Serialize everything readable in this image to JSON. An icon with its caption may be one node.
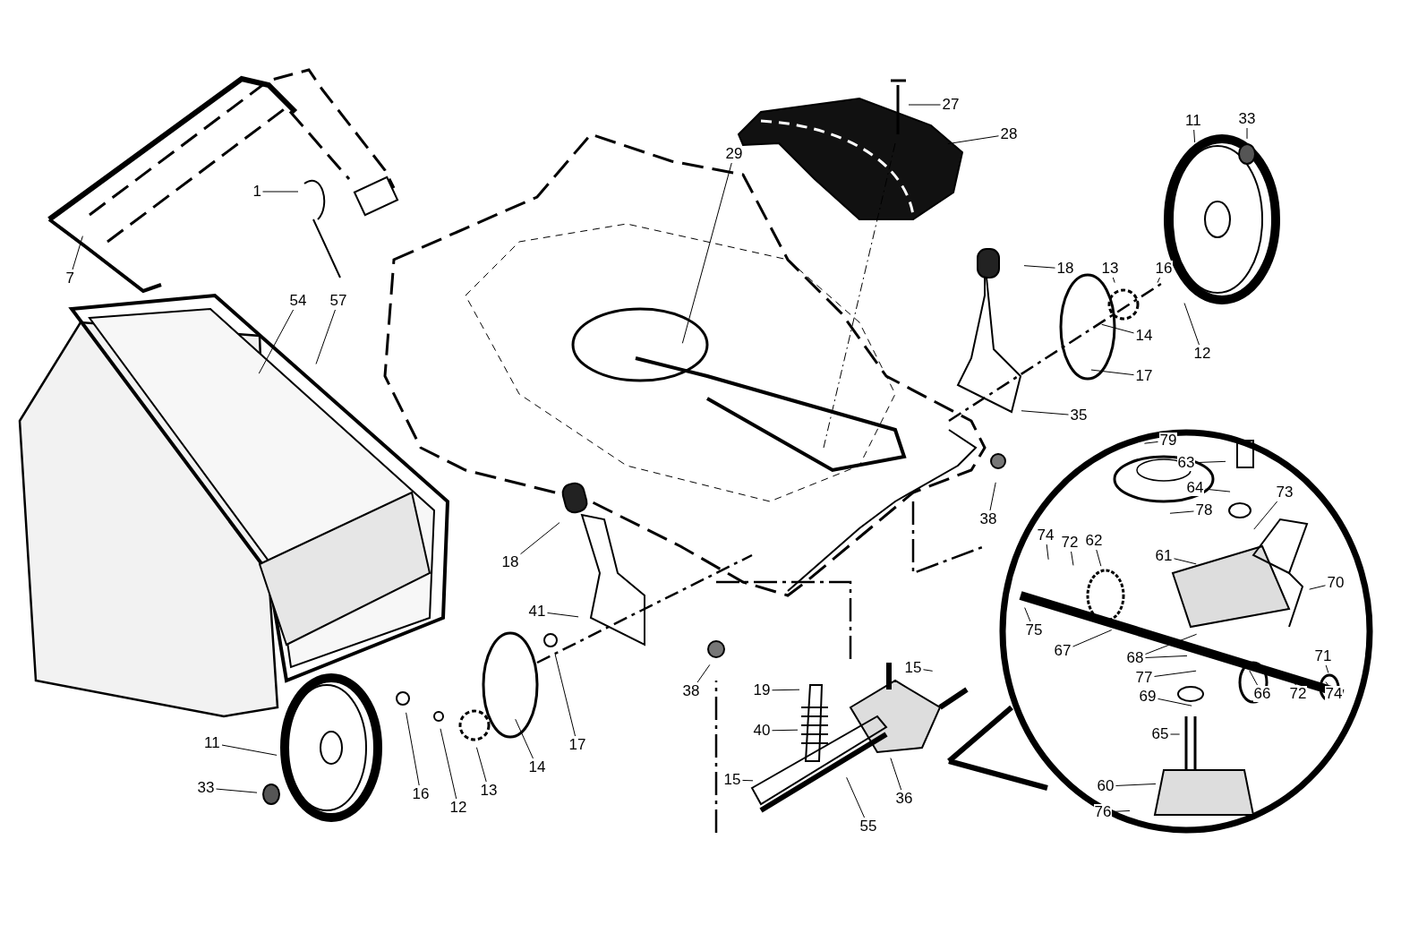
{
  "diagram": {
    "nodes": [
      {
        "text": [
          "27"
        ]
      },
      {
        "text": [
          "28"
        ]
      },
      {
        "text": [
          "11"
        ]
      },
      {
        "text": [
          "33"
        ]
      },
      {
        "text": [
          "1"
        ]
      },
      {
        "text": [
          "29"
        ]
      },
      {
        "text": [
          "18"
        ]
      },
      {
        "text": [
          "13"
        ]
      },
      {
        "text": [
          "16"
        ]
      },
      {
        "text": [
          "7"
        ]
      },
      {
        "text": [
          "54"
        ]
      },
      {
        "text": [
          "57"
        ]
      },
      {
        "text": [
          "14"
        ]
      },
      {
        "text": [
          "12"
        ]
      },
      {
        "text": [
          "17"
        ]
      },
      {
        "text": [
          "35"
        ]
      },
      {
        "text": [
          "79"
        ]
      },
      {
        "text": [
          "63"
        ]
      },
      {
        "text": [
          "64"
        ]
      },
      {
        "text": [
          "78"
        ]
      },
      {
        "text": [
          "73"
        ]
      },
      {
        "text": [
          "38"
        ]
      },
      {
        "text": [
          "74"
        ]
      },
      {
        "text": [
          "72"
        ]
      },
      {
        "text": [
          "62"
        ]
      },
      {
        "text": [
          "18"
        ]
      },
      {
        "text": [
          "61"
        ]
      },
      {
        "text": [
          "70"
        ]
      },
      {
        "text": [
          "41"
        ]
      },
      {
        "text": [
          "75"
        ]
      },
      {
        "text": [
          "68"
        ]
      },
      {
        "text": [
          "67"
        ]
      },
      {
        "text": [
          "77"
        ]
      },
      {
        "text": [
          "71"
        ]
      },
      {
        "text": [
          "15"
        ]
      },
      {
        "text": [
          "38"
        ]
      },
      {
        "text": [
          "19"
        ]
      },
      {
        "text": [
          "69"
        ]
      },
      {
        "text": [
          "66"
        ]
      },
      {
        "text": [
          "72"
        ]
      },
      {
        "text": [
          "74"
        ]
      },
      {
        "text": [
          "40"
        ]
      },
      {
        "text": [
          "65"
        ]
      },
      {
        "text": [
          "17"
        ]
      },
      {
        "text": [
          "11"
        ]
      },
      {
        "text": [
          "14"
        ]
      },
      {
        "text": [
          "15"
        ]
      },
      {
        "text": [
          "60"
        ]
      },
      {
        "text": [
          "33"
        ]
      },
      {
        "text": [
          "13"
        ]
      },
      {
        "text": [
          "16"
        ]
      },
      {
        "text": [
          "36"
        ]
      },
      {
        "text": [
          "12"
        ]
      },
      {
        "text": [
          "76"
        ]
      },
      {
        "text": [
          "55"
        ]
      }
    ],
    "edges": [
      {
        "from": 0,
        "to": null,
        "arrow": "none"
      },
      {
        "from": 1,
        "to": null,
        "arrow": "none"
      },
      {
        "from": 2,
        "to": null,
        "arrow": "none"
      },
      {
        "from": 3,
        "to": null,
        "arrow": "none"
      },
      {
        "from": 4,
        "to": null,
        "arrow": "none"
      },
      {
        "from": 5,
        "to": null,
        "arrow": "none"
      },
      {
        "from": 6,
        "to": null,
        "arrow": "none"
      },
      {
        "from": 7,
        "to": null,
        "arrow": "none"
      },
      {
        "from": 8,
        "to": null,
        "arrow": "none"
      },
      {
        "from": 9,
        "to": null,
        "arrow": "none"
      },
      {
        "from": 10,
        "to": null,
        "arrow": "none"
      },
      {
        "from": 11,
        "to": null,
        "arrow": "none"
      },
      {
        "from": 12,
        "to": null,
        "arrow": "none"
      },
      {
        "from": 13,
        "to": null,
        "arrow": "none"
      },
      {
        "from": 14,
        "to": null,
        "arrow": "none"
      },
      {
        "from": 15,
        "to": null,
        "arrow": "none"
      },
      {
        "from": 16,
        "to": null,
        "arrow": "none"
      },
      {
        "from": 17,
        "to": null,
        "arrow": "none"
      },
      {
        "from": 18,
        "to": null,
        "arrow": "none"
      },
      {
        "from": 19,
        "to": null,
        "arrow": "none"
      },
      {
        "from": 20,
        "to": null,
        "arrow": "none"
      },
      {
        "from": 21,
        "to": null,
        "arrow": "none"
      },
      {
        "from": 22,
        "to": null,
        "arrow": "none"
      },
      {
        "from": 23,
        "to": null,
        "arrow": "none"
      },
      {
        "from": 24,
        "to": null,
        "arrow": "none"
      },
      {
        "from": 25,
        "to": null,
        "arrow": "none"
      },
      {
        "from": 26,
        "to": null,
        "arrow": "none"
      },
      {
        "from": 27,
        "to": null,
        "arrow": "none"
      },
      {
        "from": 28,
        "to": null,
        "arrow": "none"
      },
      {
        "from": 29,
        "to": null,
        "arrow": "none"
      },
      {
        "from": 30,
        "to": null,
        "arrow": "none"
      },
      {
        "from": 30,
        "to": null,
        "arrow": "none"
      },
      {
        "from": 31,
        "to": null,
        "arrow": "none"
      },
      {
        "from": 32,
        "to": null,
        "arrow": "none"
      },
      {
        "from": 33,
        "to": null,
        "arrow": "none"
      },
      {
        "from": 34,
        "to": null,
        "arrow": "none"
      },
      {
        "from": 35,
        "to": null,
        "arrow": "none"
      },
      {
        "from": 36,
        "to": null,
        "arrow": "none"
      },
      {
        "from": 37,
        "to": null,
        "arrow": "none"
      },
      {
        "from": 38,
        "to": null,
        "arrow": "none"
      },
      {
        "from": 39,
        "to": null,
        "arrow": "none"
      },
      {
        "from": 40,
        "to": null,
        "arrow": "none"
      },
      {
        "from": 41,
        "to": null,
        "arrow": "none"
      },
      {
        "from": 42,
        "to": null,
        "arrow": "none"
      },
      {
        "from": 43,
        "to": null,
        "arrow": "none"
      },
      {
        "from": 44,
        "to": null,
        "arrow": "none"
      },
      {
        "from": 45,
        "to": null,
        "arrow": "none"
      },
      {
        "from": 46,
        "to": null,
        "arrow": "none"
      },
      {
        "from": 47,
        "to": null,
        "arrow": "none"
      },
      {
        "from": 48,
        "to": null,
        "arrow": "none"
      },
      {
        "from": 49,
        "to": null,
        "arrow": "none"
      },
      {
        "from": 50,
        "to": null,
        "arrow": "none"
      },
      {
        "from": 51,
        "to": null,
        "arrow": "none"
      },
      {
        "from": 52,
        "to": null,
        "arrow": "none"
      },
      {
        "from": 53,
        "to": null,
        "arrow": "none"
      },
      {
        "from": 54,
        "to": null,
        "arrow": "none"
      }
    ]
  }
}
